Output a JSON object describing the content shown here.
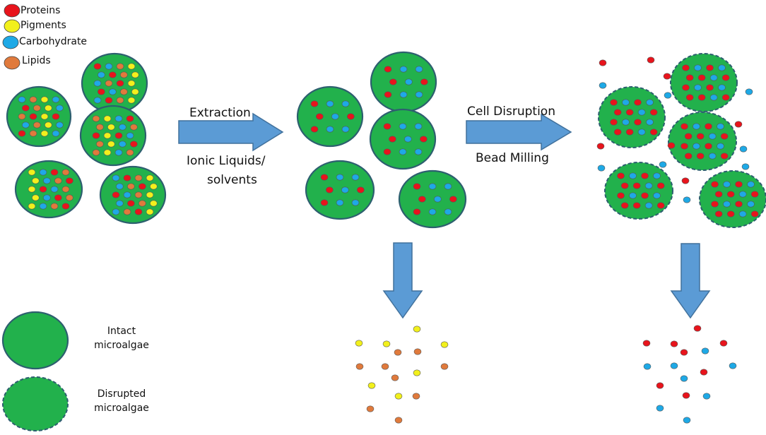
{
  "colors": {
    "protein": "#e8141c",
    "pigment": "#f2f01c",
    "carbohydrate": "#1ea9e6",
    "lipid": "#e07a3c",
    "cell": "#22b14c",
    "cell_outline": "#2d5f6f",
    "arrow": "#5b9bd5",
    "arrow_outline": "#41719c"
  },
  "legend": {
    "proteins": "Proteins",
    "pigments": "Pigments",
    "carbohydrate": "Carbohydrate",
    "lipids": "Lipids"
  },
  "steps": {
    "extraction": "Extraction",
    "solvent_line1": "Ionic Liquids/",
    "solvent_line2": "solvents",
    "disruption": "Cell Disruption",
    "milling": "Bead Milling"
  },
  "key": {
    "intact_line1": "Intact",
    "intact_line2": "microalgae",
    "disrupted_line1": "Disrupted",
    "disrupted_line2": "microalgae"
  }
}
